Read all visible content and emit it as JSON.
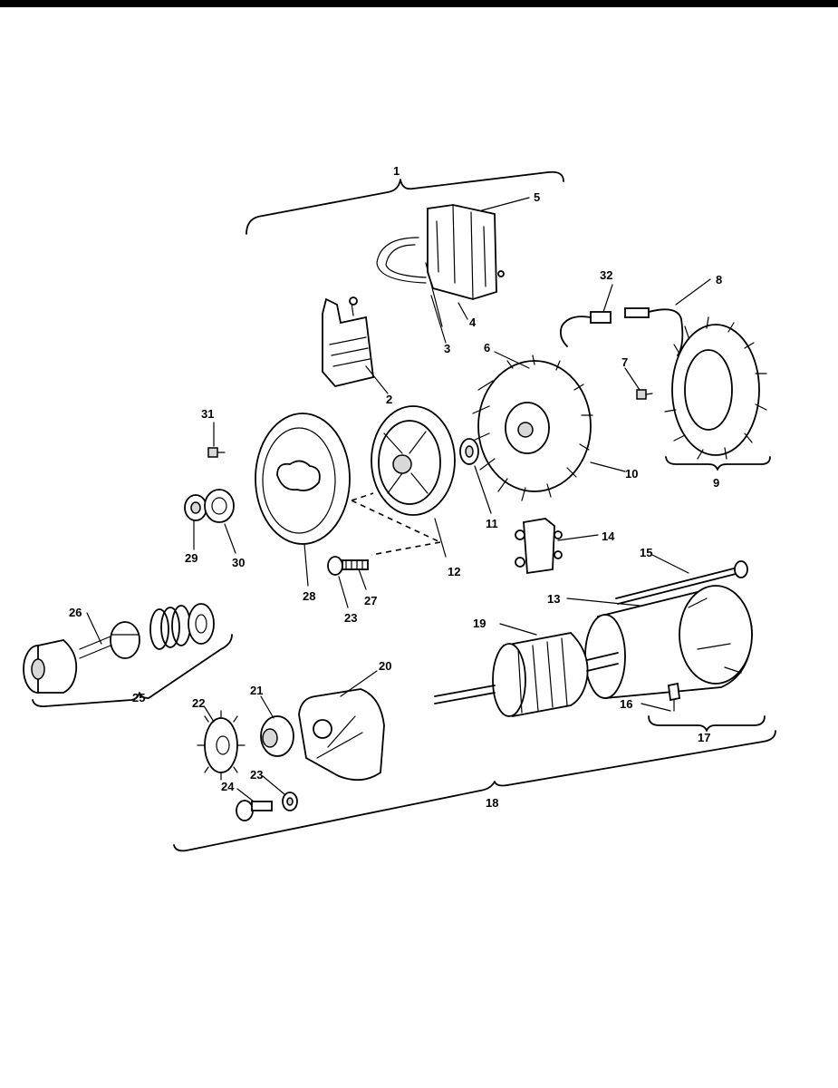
{
  "diagram": {
    "part_numbers": {
      "p1": "1",
      "p2": "2",
      "p3": "3",
      "p4": "4",
      "p5": "5",
      "p6": "6",
      "p7": "7",
      "p8": "8",
      "p9": "9",
      "p10": "10",
      "p11": "11",
      "p12": "12",
      "p13": "13",
      "p14": "14",
      "p15": "15",
      "p16": "16",
      "p17": "17",
      "p18": "18",
      "p19": "19",
      "p20": "20",
      "p21": "21",
      "p22": "22",
      "p23a": "23",
      "p23b": "23",
      "p24": "24",
      "p25": "25",
      "p26": "26",
      "p27": "27",
      "p28": "28",
      "p29": "29",
      "p30": "30",
      "p31": "31",
      "p32": "32"
    }
  }
}
